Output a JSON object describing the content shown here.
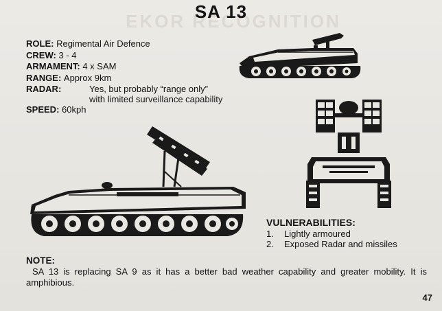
{
  "page": {
    "title": "SA 13",
    "page_number": "47"
  },
  "specs": {
    "role": {
      "label": "ROLE:",
      "value": "Regimental Air Defence"
    },
    "crew": {
      "label": "CREW:",
      "value": "3 - 4"
    },
    "armament": {
      "label": "ARMAMENT:",
      "value": "4 x SAM"
    },
    "range": {
      "label": "RANGE:",
      "value": "Approx 9km"
    },
    "radar": {
      "label": "RADAR:",
      "line1": "Yes, but probably “range only”",
      "line2": "with limited surveillance capability"
    },
    "speed": {
      "label": "SPEED:",
      "value": "60kph"
    }
  },
  "vulnerabilities": {
    "title": "VULNERABILITIES:",
    "items": [
      {
        "num": "1.",
        "text": "Lightly armoured"
      },
      {
        "num": "2.",
        "text": "Exposed Radar and missiles"
      }
    ]
  },
  "note": {
    "title": "NOTE:",
    "text": "SA 13 is replacing SA 9 as it has a better bad weather capability and greater mobility. It is amphibious."
  }
}
